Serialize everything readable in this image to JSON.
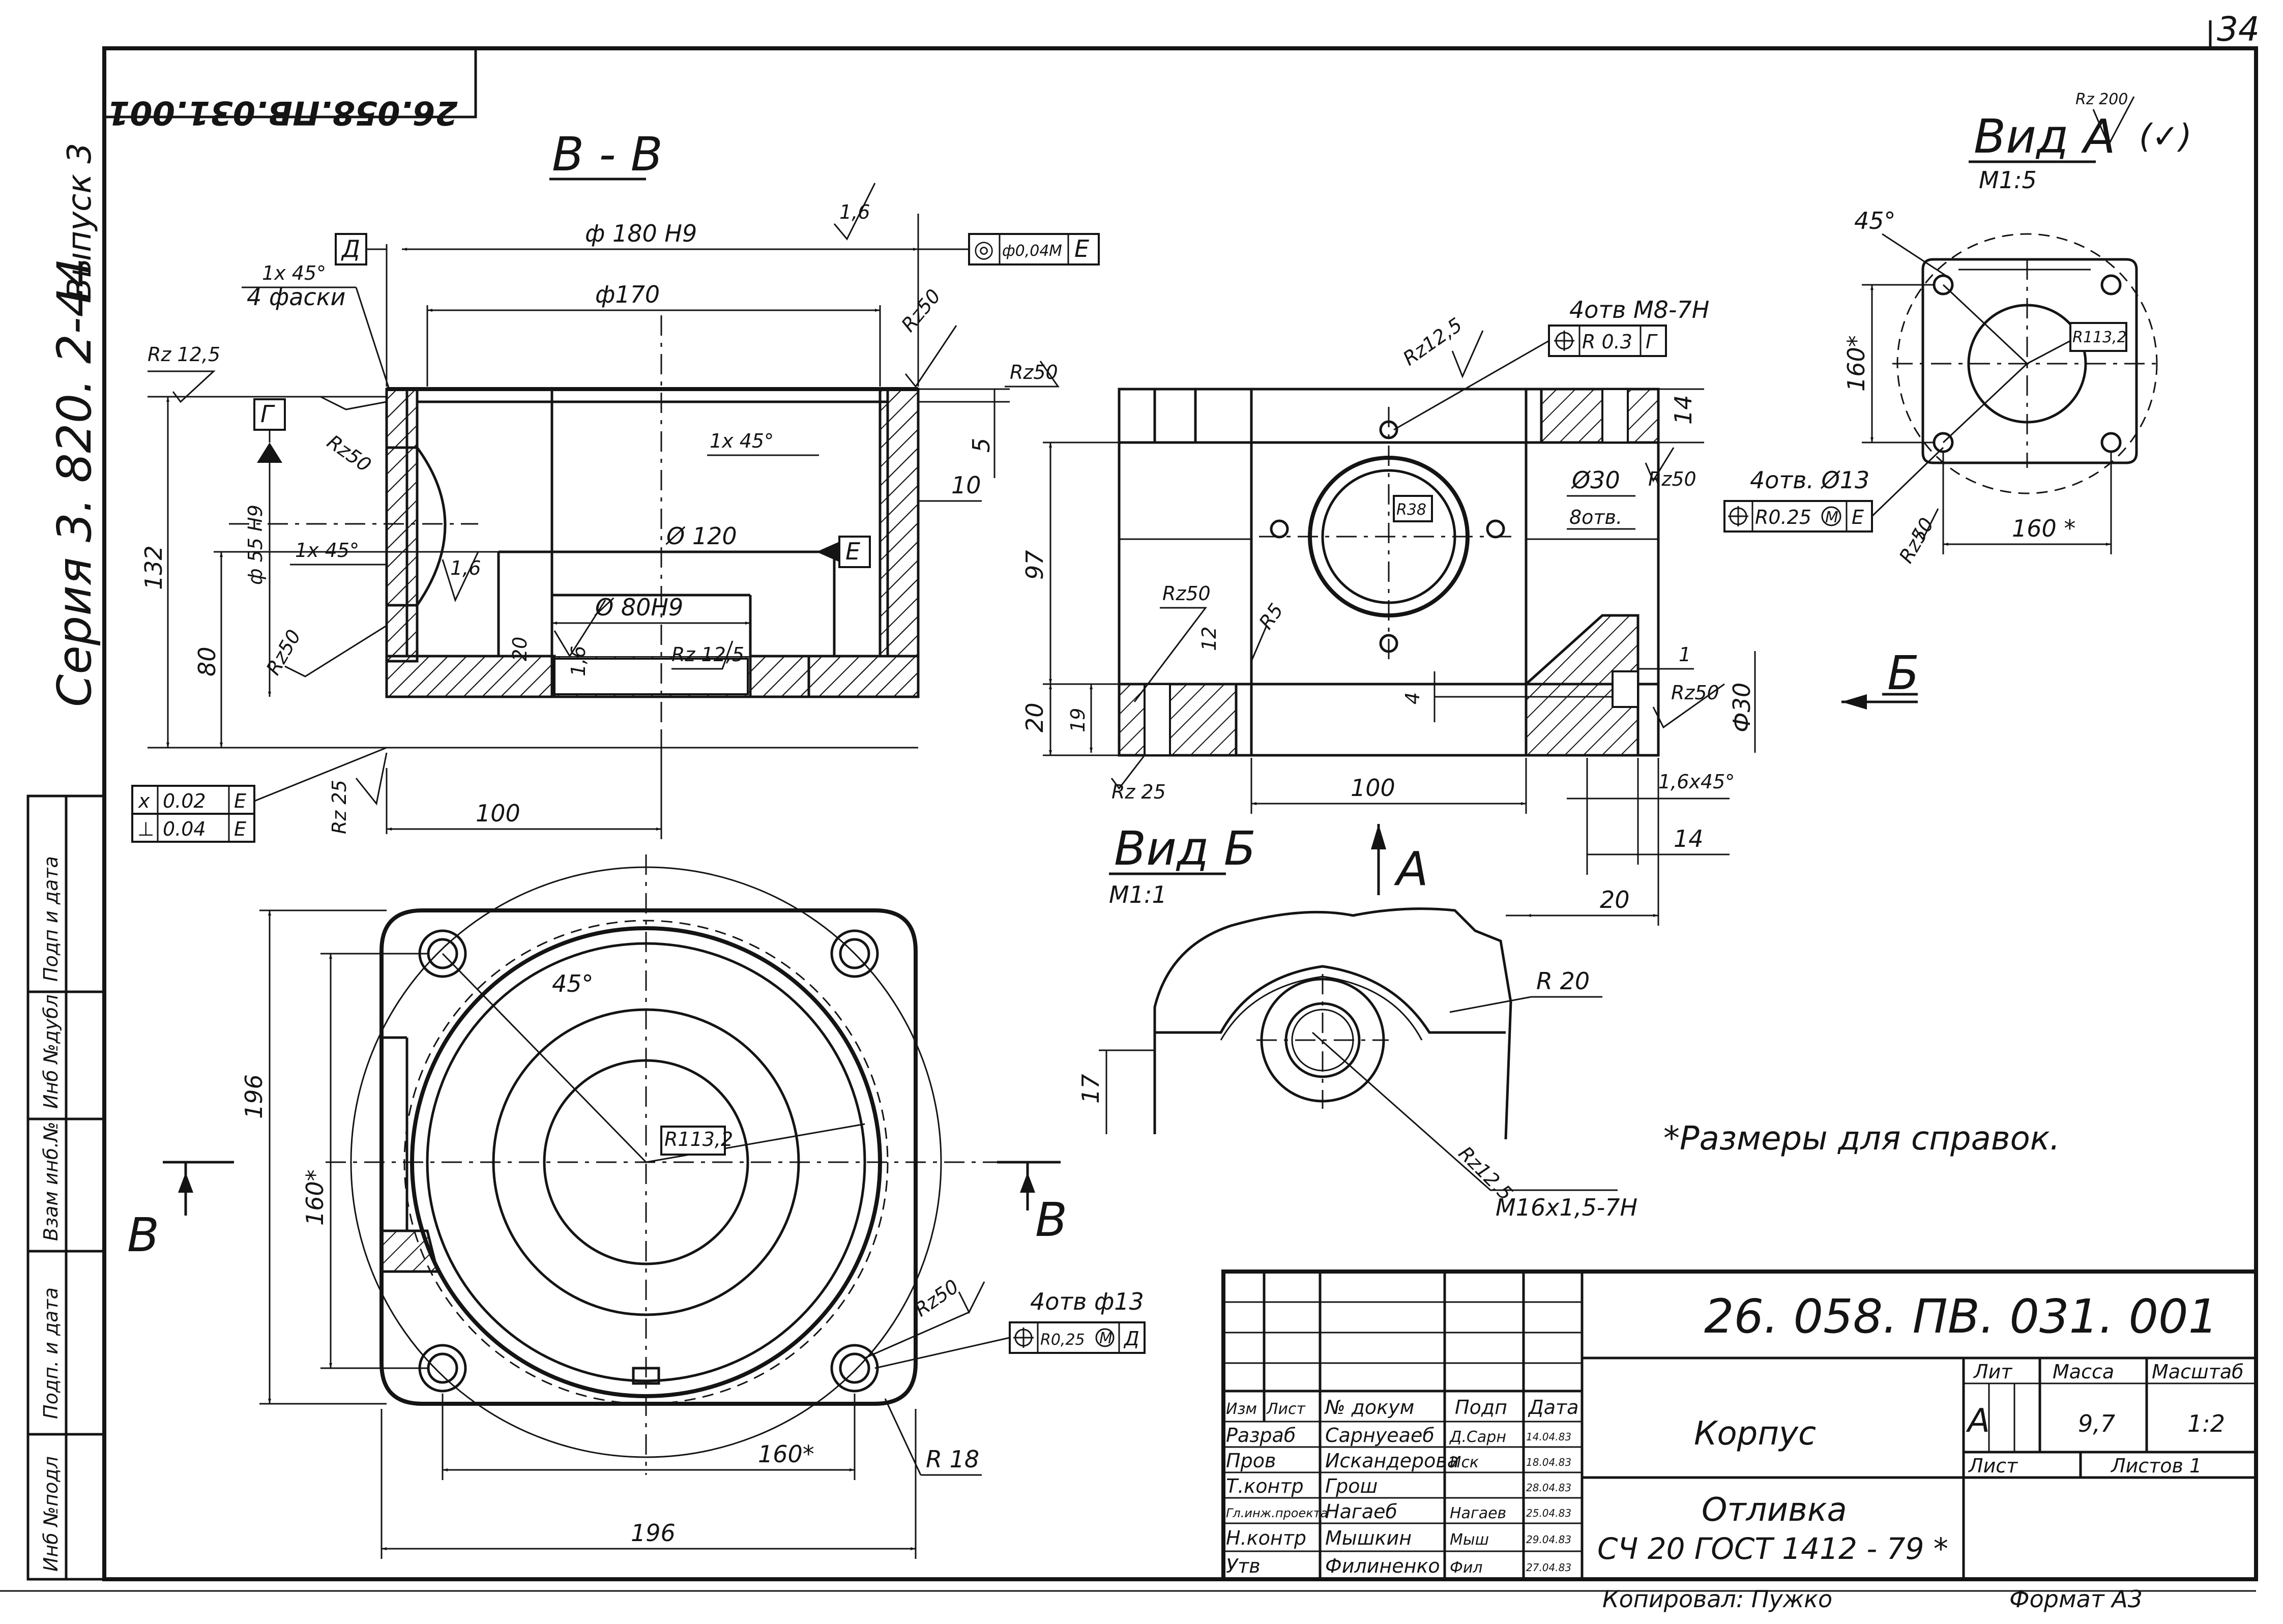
{
  "sheet": {
    "page_number": "34",
    "mirrored_stamp": "26.058.ПВ.031.001",
    "margin_series": "Серия   3. 820. 2-44",
    "margin_issue": "Выпуск 3",
    "reference_note": "*Размеры для справок."
  },
  "side_stamp": {
    "cells": [
      "Инб №подл",
      "Подп. и дата",
      "Взам инб.№",
      "Инб №дубл",
      "Подп и дата"
    ]
  },
  "views": {
    "section_bb": {
      "title": "В - В",
      "datum_d": "Д",
      "datum_g": "Г",
      "datum_e": "Е",
      "dims": {
        "d180": "ф 180 Н9",
        "d170": "ф170",
        "d120": "Ø 120",
        "d80": "Ø 80Н9",
        "d55": "ф 55 Н9",
        "chamfer4": "1х 45°",
        "chamfer4_note": "4 фаски",
        "chamfer_in": "1х 45°",
        "chamfer_left": "1х 45°",
        "h132": "132",
        "h80": "80",
        "h20": "20",
        "h5": "5",
        "w10": "10",
        "w100": "100",
        "r16a": "1,6",
        "r16b": "1,6",
        "r16c": "1,6"
      },
      "roughness": {
        "rz125_left": "Rz 12,5",
        "rz50_a": "Rz50",
        "rz50_b": "Rz50",
        "rz50_right": "Rz50",
        "rz50_top": "Rz50",
        "rz125_bottom": "Rz 12,5",
        "rz25": "Rz 25"
      },
      "tol_concentric": {
        "symbol": "◎",
        "value": "ф0,04",
        "mod": "М",
        "datum": "Е"
      },
      "tol_parallel": {
        "symbol": "x",
        "value": "0.02",
        "datum": "Е"
      },
      "tol_perp": {
        "symbol": "⊥",
        "value": "0.04",
        "datum": "Е"
      }
    },
    "side_view": {
      "holes_note": "4отв М8-7Н",
      "pos_tol": {
        "value": "R 0.3",
        "datum": "Г"
      },
      "rz125": "Rz12,5",
      "rz50_a": "Rz50",
      "rz50_b": "Rz50",
      "rz50_c": "Rz50",
      "rz25": "Rz 25",
      "r38": "R38",
      "r5": "R5",
      "d30_note": "Ø30",
      "d30_count": "8отв.",
      "d30_right": "Ф30",
      "h97": "97",
      "h20": "20",
      "h19": "19",
      "h14": "14",
      "h12": "12",
      "h4": "4",
      "h1": "1",
      "w100": "100",
      "w14": "14",
      "w20": "20",
      "chamfer": "1,6х45°",
      "arrow_b": "Б",
      "arrow_a": "А"
    },
    "view_a": {
      "title": "Вид А",
      "scale": "М1:5",
      "roughness_general": "Rz 200",
      "roughness_paren": "(✓)",
      "angle": "45°",
      "r1132": "R113,2",
      "h160": "160*",
      "w160": "160 *",
      "holes_note": "4отв.  Ø13",
      "pos_tol": {
        "value": "R0.25",
        "mod": "М",
        "datum": "Е"
      },
      "rz50": "Rz50"
    },
    "view_b": {
      "title": "Вид Б",
      "scale": "М1:1",
      "r20": "R 20",
      "h17": "17",
      "rz125": "Rz12,5",
      "thread": "М16х1,5-7Н"
    },
    "plan_view": {
      "section_mark": "В",
      "section_mark_r": "В",
      "angle": "45°",
      "r1132": "R113,2",
      "h196": "196",
      "h160": "160*",
      "w196": "196",
      "w160": "160*",
      "r18": "R 18",
      "rz50": "Rz50",
      "holes_note": "4отв ф13",
      "pos_tol": {
        "value": "R0,25",
        "mod": "М",
        "datum": "Д"
      }
    }
  },
  "title_block": {
    "doc_number": "26. 058. ПВ. 031. 001",
    "part_name": "Корпус",
    "material_1": "Отливка",
    "material_2": "СЧ 20     ГОСТ  1412 - 79 *",
    "lit_label": "Лит",
    "mass_label": "Масса",
    "scale_label": "Масштаб",
    "lit_value": "А",
    "mass_value": "9,7",
    "scale_value": "1:2",
    "sheet_label": "Лист",
    "sheets_label": "Листов  1",
    "headers": [
      "Изм",
      "Лист",
      "№ докум",
      "Подп",
      "Дата"
    ],
    "rows": [
      {
        "role": "Разраб",
        "name": "Сарнуеаеб",
        "sign": "Д.Сарн",
        "date": "14.04.83"
      },
      {
        "role": "Пров",
        "name": "Искандерова",
        "sign": "Иск",
        "date": "18.04.83"
      },
      {
        "role": "Т.контр",
        "name": "Грош",
        "sign": "",
        "date": "28.04.83"
      },
      {
        "role": "Гл.инж.проекта",
        "name": "Нагаеб",
        "sign": "Нагаев",
        "date": "25.04.83"
      },
      {
        "role": "Н.контр",
        "name": "Мышкин",
        "sign": "Мыш",
        "date": "29.04.83"
      },
      {
        "role": "Утв",
        "name": "Филиненко",
        "sign": "Фил",
        "date": "27.04.83"
      }
    ],
    "copied_by": "Копировал:  Пужко",
    "format": "Формат   А3"
  }
}
